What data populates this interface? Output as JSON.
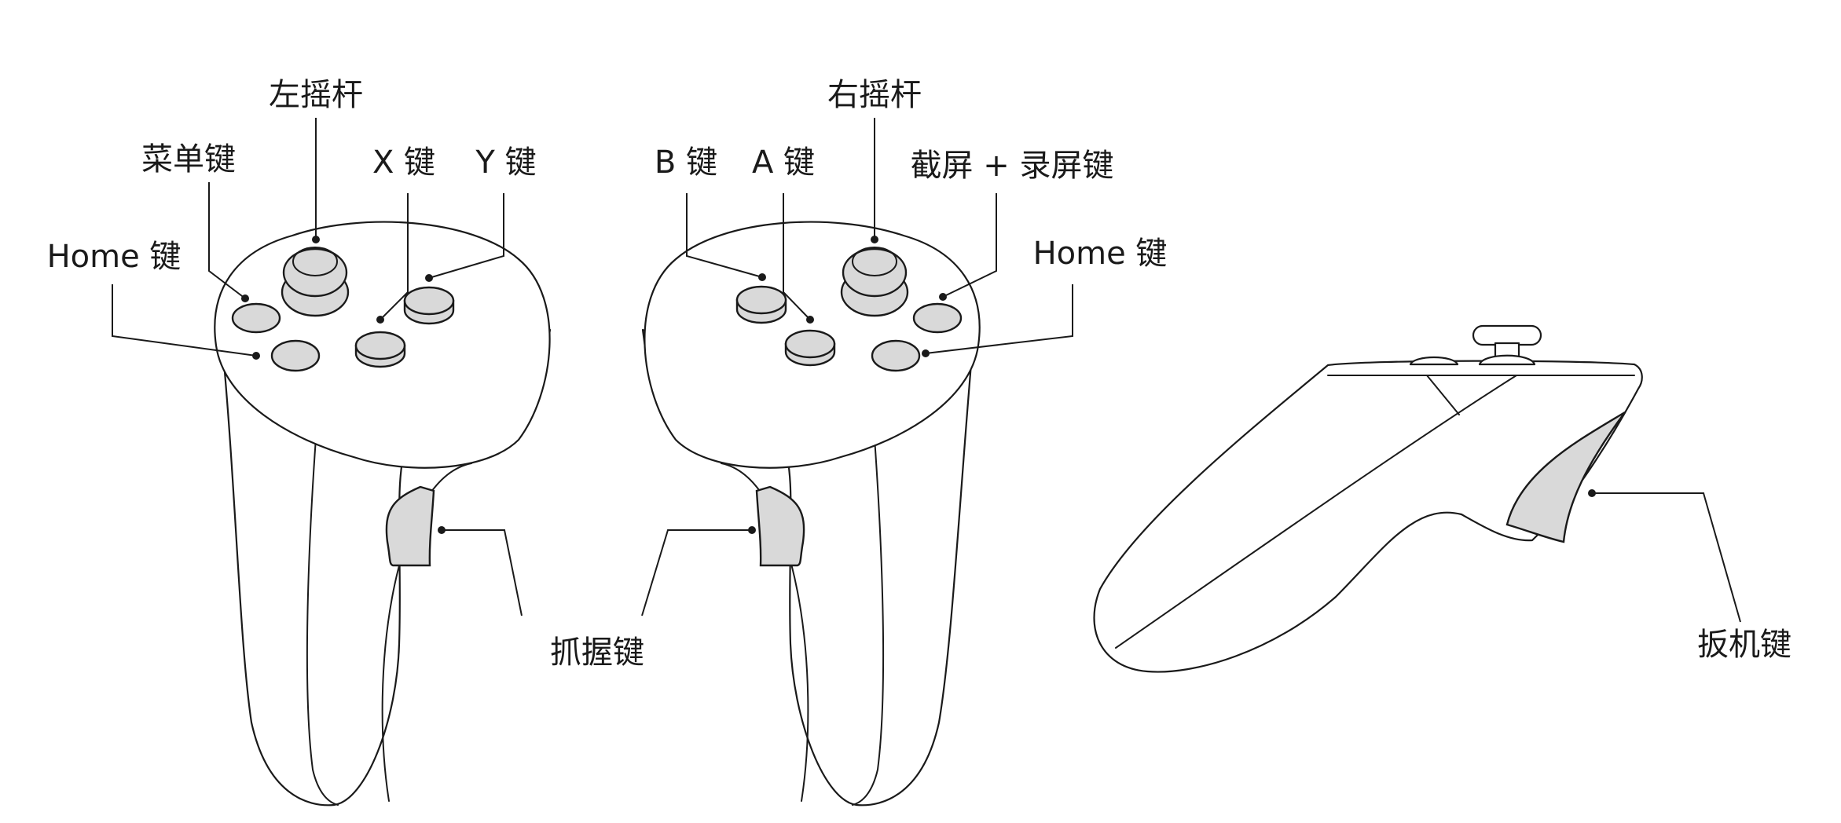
{
  "labels": {
    "left_stick": "左摇杆",
    "menu_key": "菜单键",
    "x_key": "X 键",
    "y_key": "Y 键",
    "home_key_left": "Home 键",
    "right_stick": "右摇杆",
    "b_key": "B 键",
    "a_key": "A 键",
    "screenshot_key": "截屏 + 录屏键",
    "home_key_right": "Home 键",
    "grip_key": "抓握键",
    "trigger_key": "扳机键"
  },
  "colors": {
    "line": "#1a1a1a",
    "button_fill": "#d9d9d9",
    "background": "#ffffff"
  }
}
